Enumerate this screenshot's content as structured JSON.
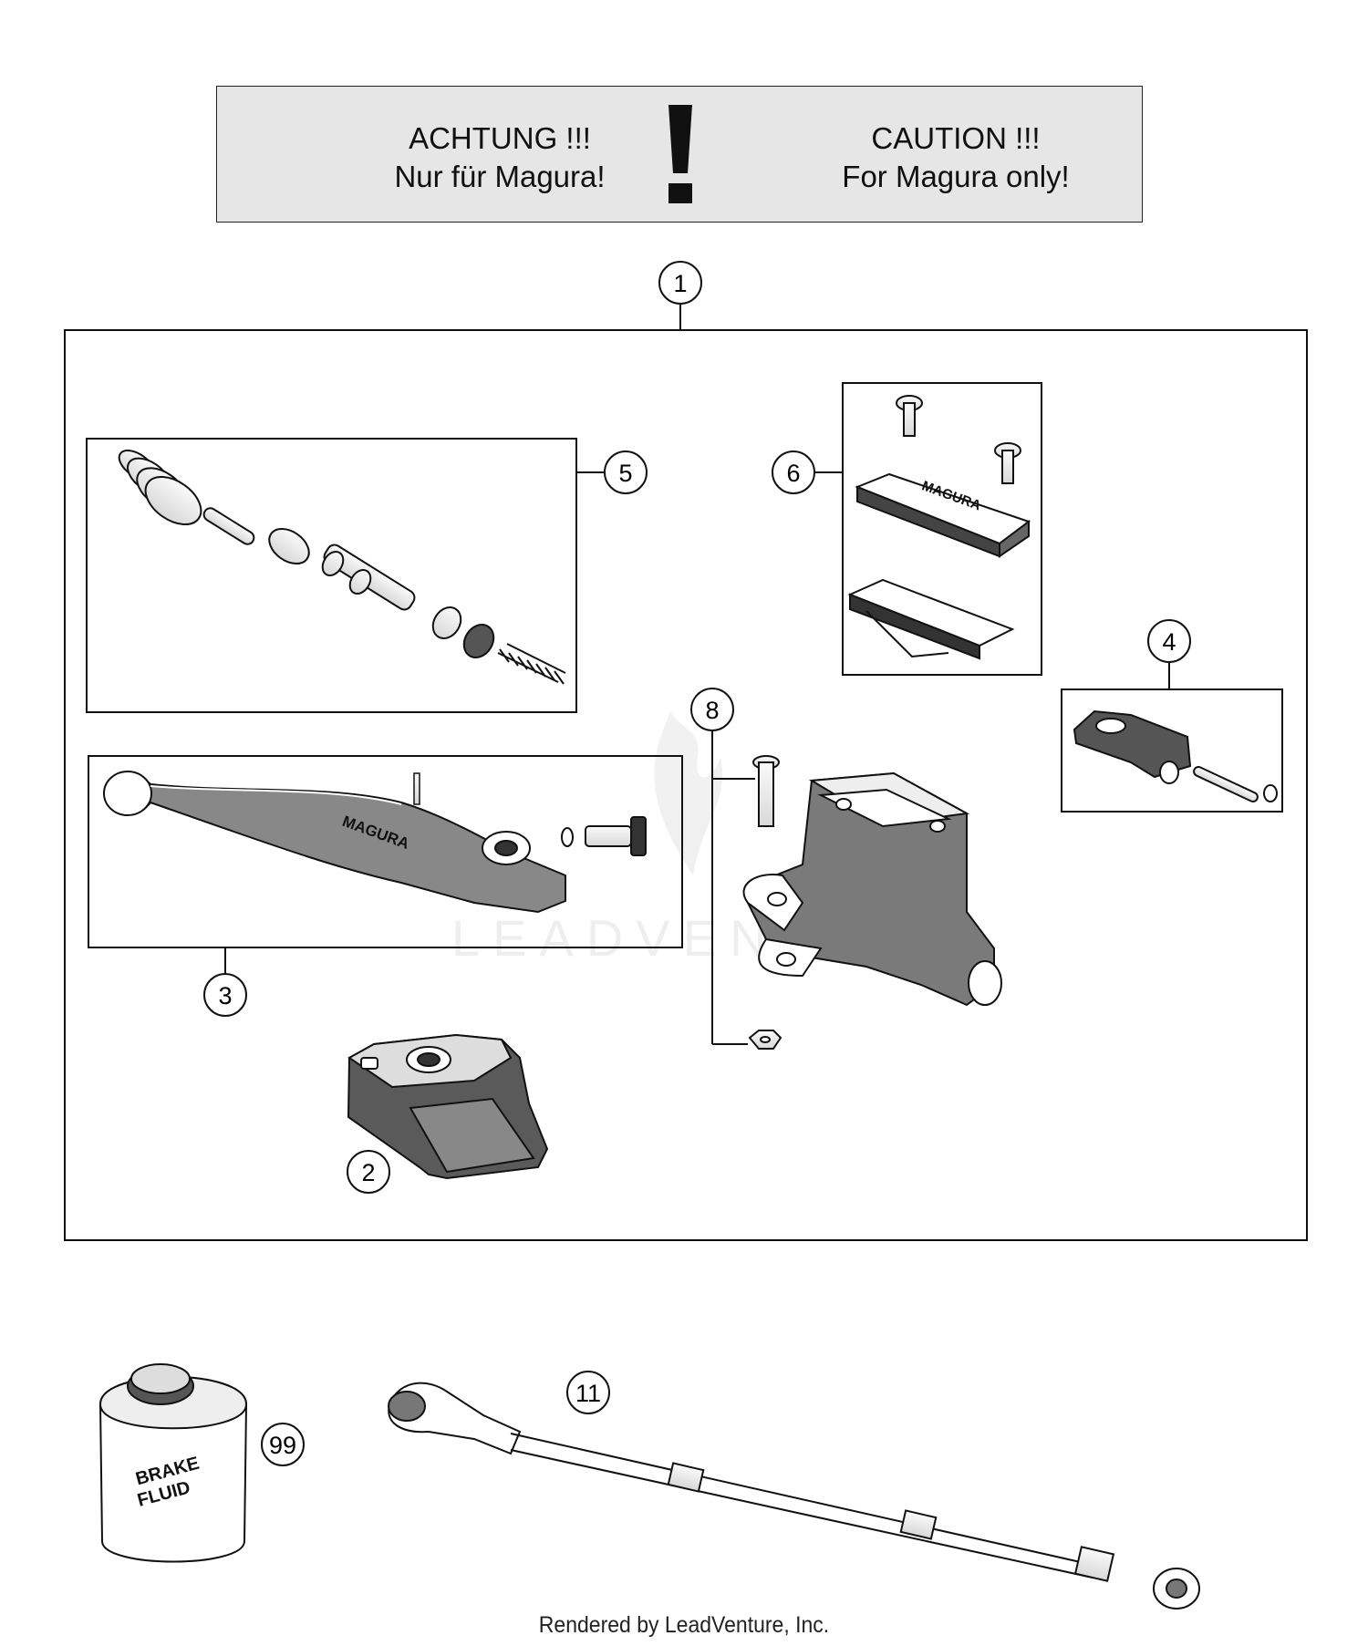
{
  "caution": {
    "de_line1": "ACHTUNG !!!",
    "de_line2": "Nur für Magura!",
    "en_line1": "CAUTION !!!",
    "en_line2": "For Magura only!",
    "symbol": "exclamation-mark"
  },
  "callouts": {
    "c1": "1",
    "c2": "2",
    "c3": "3",
    "c4": "4",
    "c5": "5",
    "c6": "6",
    "c8": "8",
    "c11": "11",
    "c99": "99"
  },
  "labels": {
    "lever_brand": "MAGURA",
    "cover_brand": "MAGURA",
    "bottle_line1": "BRAKE",
    "bottle_line2": "FLUID"
  },
  "footer": "Rendered by LeadVenture, Inc.",
  "watermark": "LEADVENTURE"
}
